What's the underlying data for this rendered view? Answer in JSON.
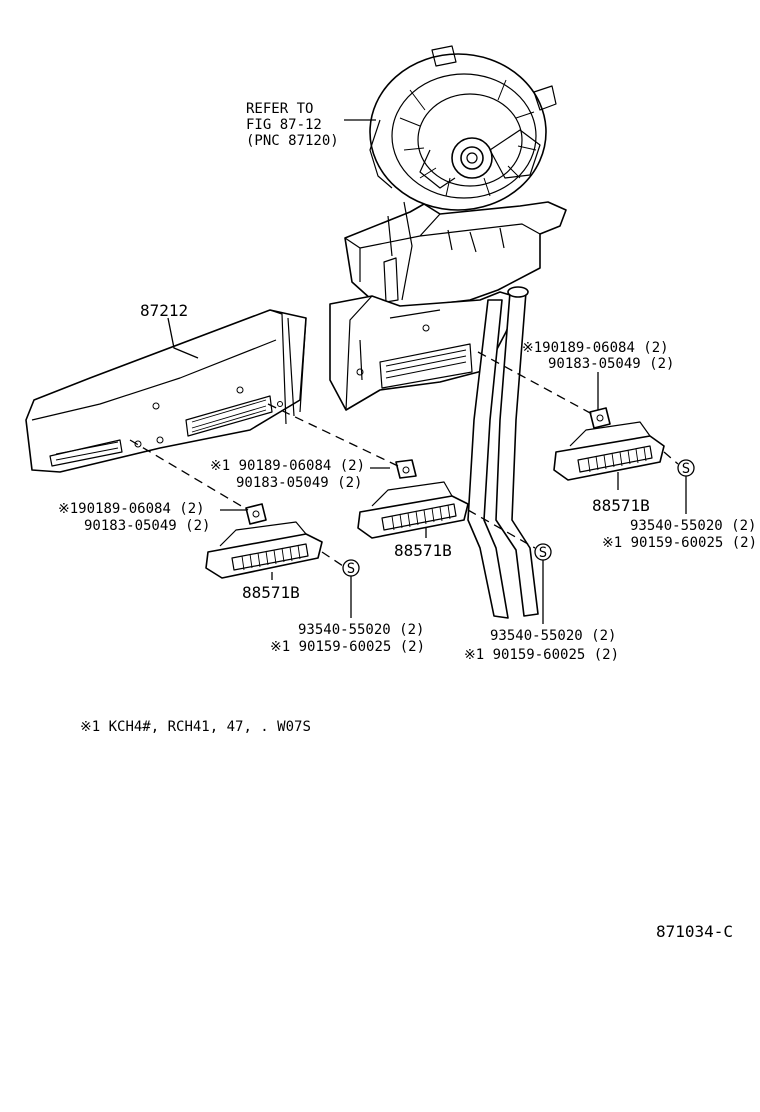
{
  "refer_note": {
    "line1": "REFER TO",
    "line2": "FIG 87-12",
    "line3": "(PNC 87120)"
  },
  "duct_part_no": "87212",
  "callouts": {
    "upper_right_nut_1": "※190189-06084 (2)",
    "upper_right_nut_2": "90183-05049 (2)",
    "middle_nut_1": "※1 90189-06084 (2)",
    "middle_nut_2": "90183-05049 (2)",
    "left_nut_1": "※190189-06084 (2)",
    "left_nut_2": "90183-05049 (2)",
    "register_right": "88571B",
    "register_middle": "88571B",
    "register_left": "88571B",
    "screw_right_1": "93540-55020 (2)",
    "screw_right_2": "※1 90159-60025 (2)",
    "screw_middle_1": "93540-55020 (2)",
    "screw_middle_2": "※1 90159-60025 (2)",
    "screw_left_1": "93540-55020 (2)",
    "screw_left_2": "※1 90159-60025 (2)",
    "screw_symbol": "S"
  },
  "footnote": "※1 KCH4#, RCH41, 47, . W07S",
  "diagram_code": "871034-C"
}
